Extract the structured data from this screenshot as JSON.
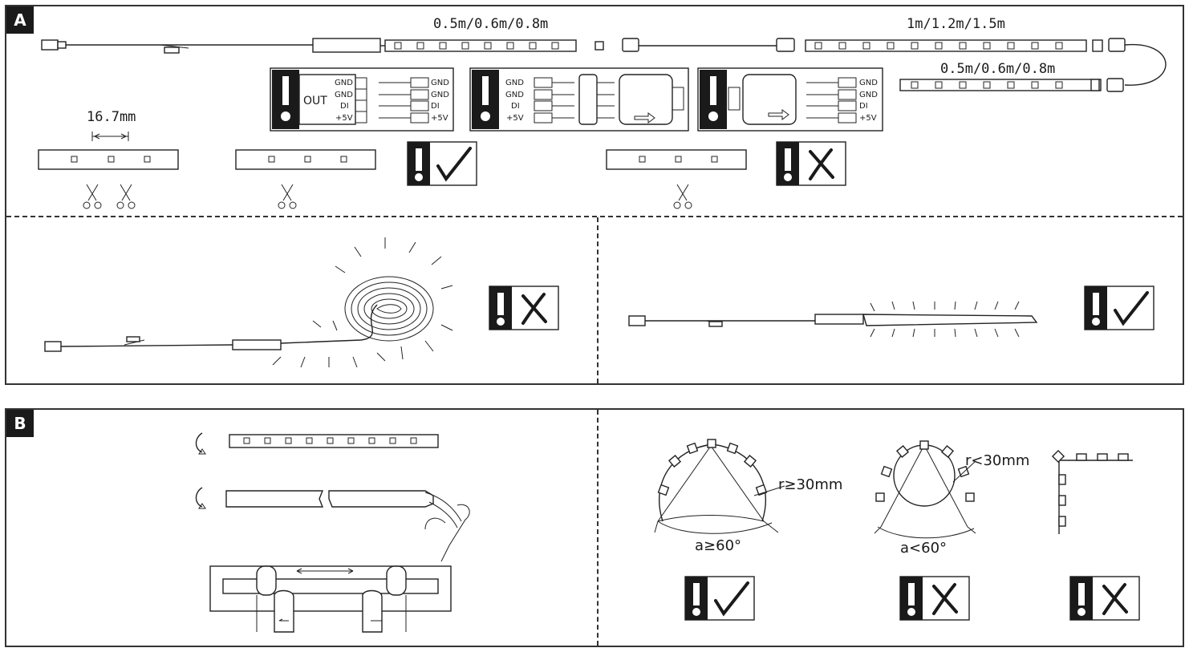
{
  "sections": [
    {
      "id": "A",
      "label": "A"
    },
    {
      "id": "B",
      "label": "B"
    }
  ],
  "section_a": {
    "length_short": "0.5m/0.6m/0.8m",
    "length_long": "1m/1.2m/1.5m",
    "length_short_2": "0.5m/0.6m/0.8m",
    "cut_spacing": "16.7mm",
    "controller_out_label": "OUT",
    "pins": [
      "GND",
      "GND",
      "DI",
      "+5V"
    ]
  },
  "section_b": {
    "radius_ok": "r≥30mm",
    "radius_bad": "r<30mm",
    "angle_ok": "a≥60°",
    "angle_bad": "a<60°"
  },
  "colors": {
    "line": "#222222",
    "fill_dark": "#1a1a1a",
    "background": "#ffffff"
  }
}
